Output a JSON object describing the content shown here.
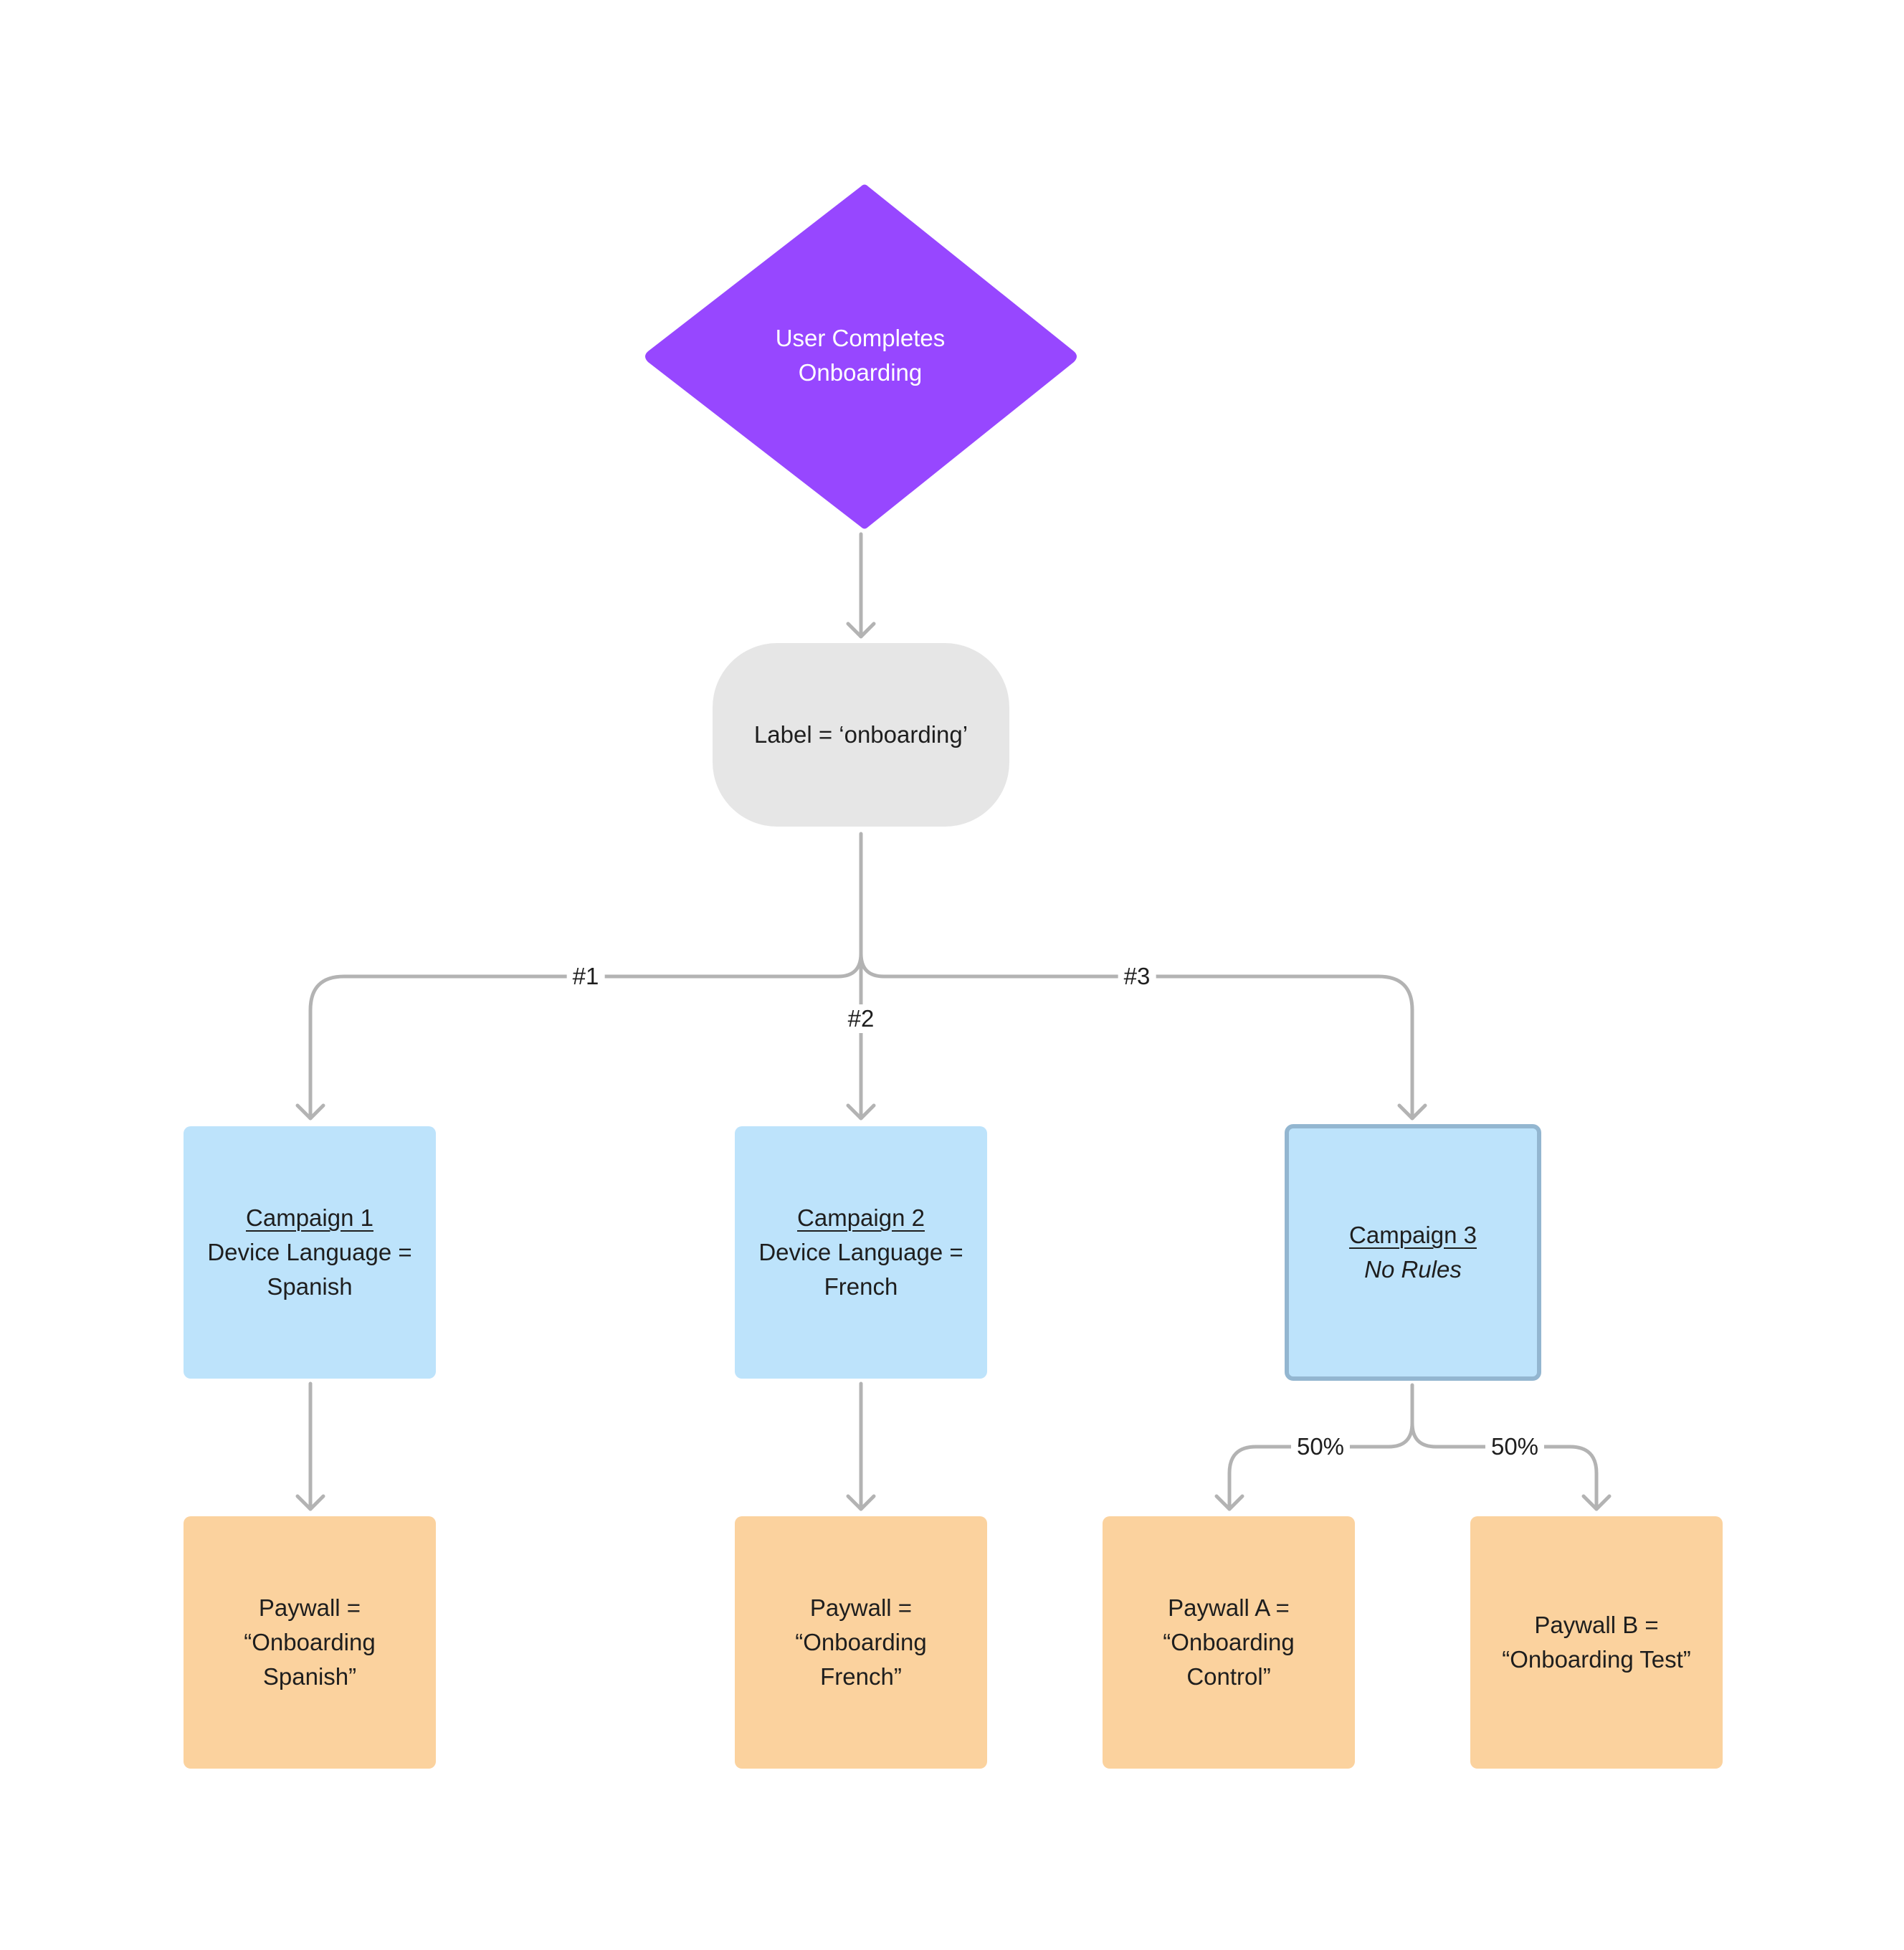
{
  "colors": {
    "decision": "#9747ff",
    "label_node": "#e6e6e6",
    "campaign": "#bde3fb",
    "campaign_selected_border": "#93b6d0",
    "paywall": "#fbd29e",
    "connector": "#b3b3b3"
  },
  "decision": {
    "line1": "User Completes",
    "line2": "Onboarding"
  },
  "label_node": {
    "text": "Label = ‘onboarding’"
  },
  "branches": {
    "b1": "#1",
    "b2": "#2",
    "b3": "#3"
  },
  "campaigns": [
    {
      "title": "Campaign 1",
      "line1": "Device Language =",
      "line2": "Spanish"
    },
    {
      "title": "Campaign 2",
      "line1": "Device Language =",
      "line2": "French"
    },
    {
      "title": "Campaign 3",
      "subtitle": "No Rules"
    }
  ],
  "splits": {
    "left": "50%",
    "right": "50%"
  },
  "paywalls": [
    {
      "line1": "Paywall =",
      "line2": "“Onboarding",
      "line3": "Spanish”"
    },
    {
      "line1": "Paywall =",
      "line2": "“Onboarding",
      "line3": "French”"
    },
    {
      "line1": "Paywall A =",
      "line2": "“Onboarding",
      "line3": "Control”"
    },
    {
      "line1": "Paywall B =",
      "line2": "“Onboarding Test”"
    }
  ]
}
